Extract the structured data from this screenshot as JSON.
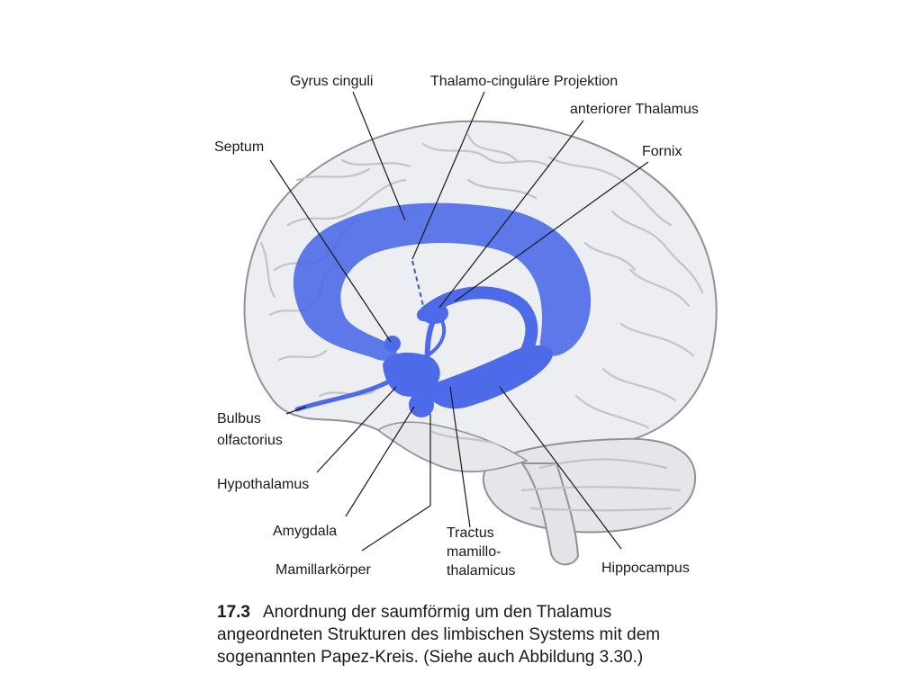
{
  "labels": {
    "gyrus_cinguli": "Gyrus cinguli",
    "thalamo_projection": "Thalamo-cinguläre Projektion",
    "anterior_thalamus": "anteriorer Thalamus",
    "septum": "Septum",
    "fornix": "Fornix",
    "bulbus_line1": "Bulbus",
    "bulbus_line2": "olfactorius",
    "hypothalamus": "Hypothalamus",
    "amygdala": "Amygdala",
    "tractus_line1": "Tractus",
    "tractus_line2": "mamillo-",
    "tractus_line3": "thalamicus",
    "mamillarkoerper": "Mamillarkörper",
    "hippocampus": "Hippocampus"
  },
  "caption": {
    "number": "17.3",
    "text": "Anordnung der saumförmig um den Thalamus angeordneten Strukturen des limbischen Systems mit dem sogenannten Papez-Kreis. (Siehe auch Abbildung 3.30.)"
  },
  "colors": {
    "limbic": "#4d6ae8",
    "brain": "#eceef1",
    "gyrus_lines": "#c2c4c9"
  }
}
